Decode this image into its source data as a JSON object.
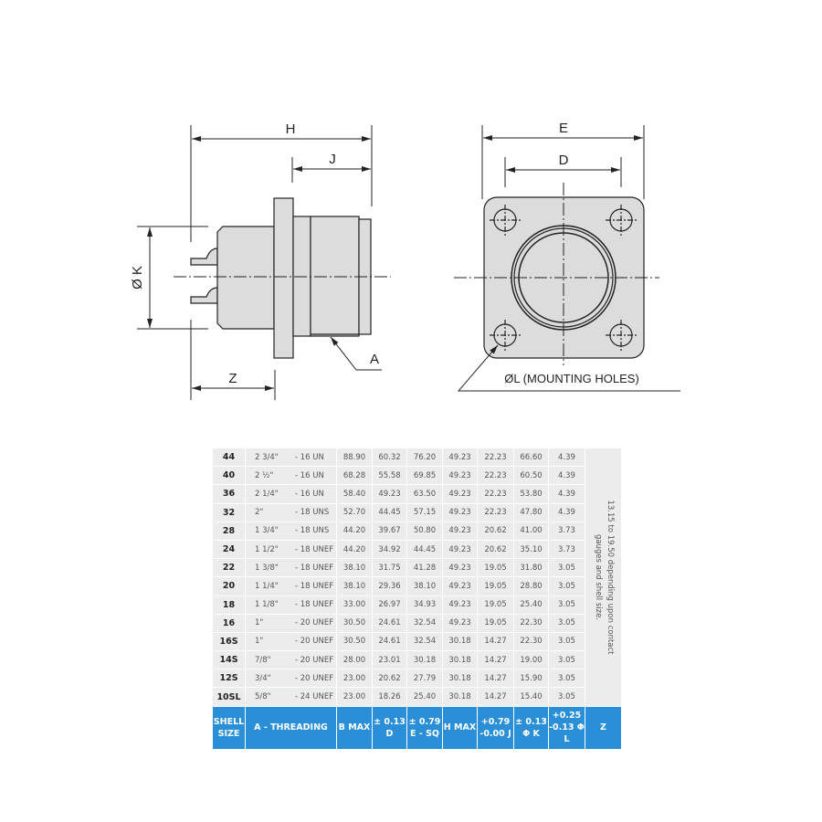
{
  "drawing": {
    "side_view": {
      "dim_H": "H",
      "dim_J": "J",
      "dim_Z": "Z",
      "dim_K": "Ø K",
      "label_A": "A"
    },
    "front_view": {
      "dim_E": "E",
      "dim_D": "D",
      "label_L": "ØL (MOUNTING HOLES)"
    }
  },
  "table": {
    "header": [
      "SHELL SIZE",
      "A - THREADING",
      "B MAX",
      "± 0.13 D",
      "± 0.79 E - SQ",
      "H MAX",
      "+0.79 -0.00 J",
      "± 0.13 Φ K",
      "+0.25 -0.13 Φ L",
      "Z"
    ],
    "z_note": "13.15 to 19.50 depending upon contact gauges and shell size.",
    "rows": [
      {
        "shell": "44",
        "thread_in": "2 3/4\"",
        "thread_tpi": "- 16 UN",
        "B": "88.90",
        "D": "60.32",
        "E": "76.20",
        "H": "49.23",
        "J": "22.23",
        "K": "66.60",
        "L": "4.39"
      },
      {
        "shell": "40",
        "thread_in": "2 ½\"",
        "thread_tpi": "- 16 UN",
        "B": "68.28",
        "D": "55.58",
        "E": "69.85",
        "H": "49.23",
        "J": "22.23",
        "K": "60.50",
        "L": "4.39"
      },
      {
        "shell": "36",
        "thread_in": "2 1/4\"",
        "thread_tpi": "- 16 UN",
        "B": "58.40",
        "D": "49.23",
        "E": "63.50",
        "H": "49.23",
        "J": "22.23",
        "K": "53.80",
        "L": "4.39"
      },
      {
        "shell": "32",
        "thread_in": "2\"",
        "thread_tpi": "- 18 UNS",
        "B": "52.70",
        "D": "44.45",
        "E": "57.15",
        "H": "49.23",
        "J": "22.23",
        "K": "47.80",
        "L": "4.39"
      },
      {
        "shell": "28",
        "thread_in": "1 3/4\"",
        "thread_tpi": "- 18 UNS",
        "B": "44.20",
        "D": "39.67",
        "E": "50.80",
        "H": "49.23",
        "J": "20.62",
        "K": "41.00",
        "L": "3.73"
      },
      {
        "shell": "24",
        "thread_in": "1 1/2\"",
        "thread_tpi": "- 18 UNEF",
        "B": "44.20",
        "D": "34.92",
        "E": "44.45",
        "H": "49.23",
        "J": "20.62",
        "K": "35.10",
        "L": "3.73"
      },
      {
        "shell": "22",
        "thread_in": "1 3/8\"",
        "thread_tpi": "- 18 UNEF",
        "B": "38.10",
        "D": "31.75",
        "E": "41.28",
        "H": "49.23",
        "J": "19.05",
        "K": "31.80",
        "L": "3.05"
      },
      {
        "shell": "20",
        "thread_in": "1 1/4\"",
        "thread_tpi": "- 18 UNEF",
        "B": "38.10",
        "D": "29.36",
        "E": "38.10",
        "H": "49.23",
        "J": "19.05",
        "K": "28.80",
        "L": "3.05"
      },
      {
        "shell": "18",
        "thread_in": "1 1/8\"",
        "thread_tpi": "- 18 UNEF",
        "B": "33.00",
        "D": "26.97",
        "E": "34.93",
        "H": "49.23",
        "J": "19.05",
        "K": "25.40",
        "L": "3.05"
      },
      {
        "shell": "16",
        "thread_in": "1\"",
        "thread_tpi": "- 20 UNEF",
        "B": "30.50",
        "D": "24.61",
        "E": "32.54",
        "H": "49.23",
        "J": "19.05",
        "K": "22.30",
        "L": "3.05"
      },
      {
        "shell": "16S",
        "thread_in": "1\"",
        "thread_tpi": "- 20 UNEF",
        "B": "30.50",
        "D": "24.61",
        "E": "32.54",
        "H": "30.18",
        "J": "14.27",
        "K": "22.30",
        "L": "3.05"
      },
      {
        "shell": "14S",
        "thread_in": "7/8\"",
        "thread_tpi": "- 20 UNEF",
        "B": "28.00",
        "D": "23.01",
        "E": "30.18",
        "H": "30.18",
        "J": "14.27",
        "K": "19.00",
        "L": "3.05"
      },
      {
        "shell": "12S",
        "thread_in": "3/4\"",
        "thread_tpi": "- 20 UNEF",
        "B": "23.00",
        "D": "20.62",
        "E": "27.79",
        "H": "30.18",
        "J": "14.27",
        "K": "15.90",
        "L": "3.05"
      },
      {
        "shell": "10SL",
        "thread_in": "5/8\"",
        "thread_tpi": "- 24 UNEF",
        "B": "23.00",
        "D": "18.26",
        "E": "25.40",
        "H": "30.18",
        "J": "14.27",
        "K": "15.40",
        "L": "3.05"
      }
    ]
  },
  "colors": {
    "header_bg": "#2a8fd6",
    "body_fill": "#dcdcdc",
    "cell_bg": "#ececec"
  }
}
